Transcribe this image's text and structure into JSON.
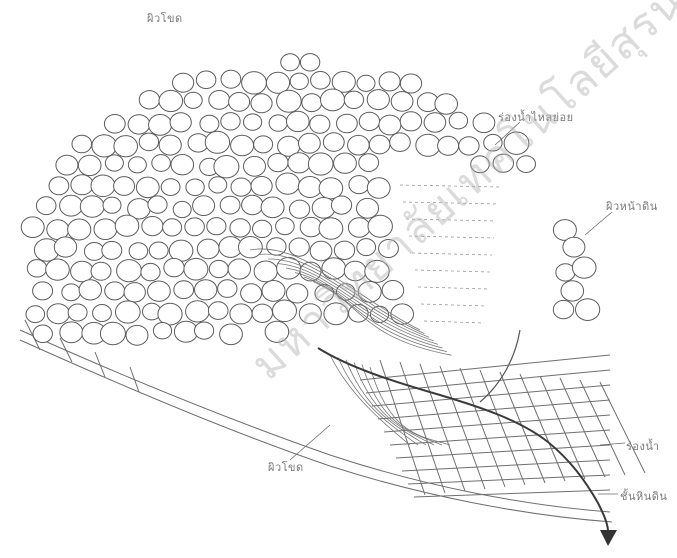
{
  "labels": {
    "top": "ผิวโขด",
    "upper_right": "ร่องน้ำไหลย่อย",
    "right": "ผิวหน้าดิน",
    "middle_right": "ร่องน้ำ",
    "lower_right": "ชั้นหินดิน",
    "bottom": "ผิวโขด"
  },
  "watermark": "มหาวิทยาลัยเทคโนโลยีสุรนารี"
}
